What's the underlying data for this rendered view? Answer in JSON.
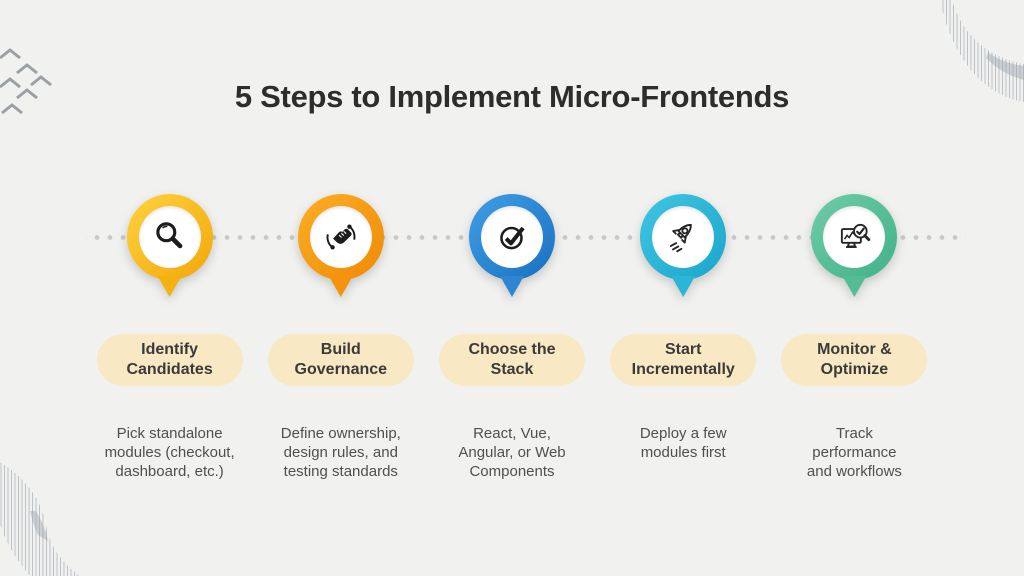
{
  "title": "5 Steps to Implement Micro-Frontends",
  "background_color": "#f1f2f0",
  "pill_background_color": "#f8e8c3",
  "timeline": {
    "dot_color": "#c9c9c9",
    "style": "dotted"
  },
  "steps": [
    {
      "label": "Identify\nCandidates",
      "description": "Pick standalone\nmodules (checkout,\ndashboard, etc.)",
      "icon": "search-icon",
      "ring": {
        "from": "#ffd23e",
        "to": "#f2a70a",
        "tail": "#f5b011"
      }
    },
    {
      "label": "Build\nGovernance",
      "description": "Define ownership,\ndesign rules, and\ntesting standards",
      "icon": "handshake-cycle-icon",
      "ring": {
        "from": "#fcae24",
        "to": "#ef8a06",
        "tail": "#f6930d"
      }
    },
    {
      "label": "Choose the\nStack",
      "description": "React, Vue,\nAngular, or Web\nComponents",
      "icon": "check-circle-icon",
      "ring": {
        "from": "#3f9fe6",
        "to": "#1a6fc0",
        "tail": "#2e86d3"
      }
    },
    {
      "label": "Start\nIncrementally",
      "description": "Deploy a few\nmodules first",
      "icon": "rocket-icon",
      "ring": {
        "from": "#40c6e2",
        "to": "#1aa5ca",
        "tail": "#2bb5d6"
      }
    },
    {
      "label": "Monitor &\nOptimize",
      "description": "Track\nperformance\nand workflows",
      "icon": "monitor-analytics-icon",
      "ring": {
        "from": "#70cca9",
        "to": "#40b188",
        "tail": "#53bd96"
      }
    }
  ]
}
